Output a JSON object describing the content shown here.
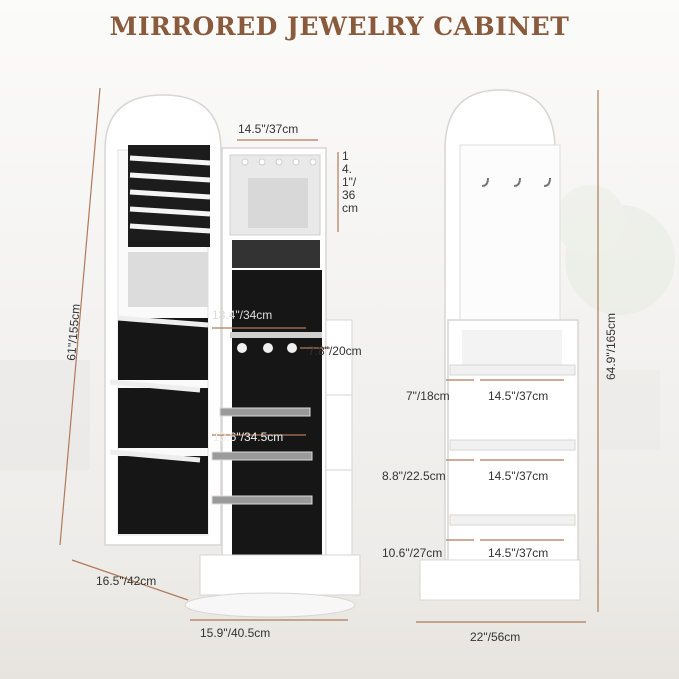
{
  "title": "MIRRORED JEWELRY CABINET",
  "dimensions": {
    "top_width": "14.5\"/37cm",
    "mirror_height": "14.1\"/36cm",
    "full_height_left": "61\"/155cm",
    "inner_width": "13.4\"/34cm",
    "hook_depth": "7.8\"/20cm",
    "shelf_width": "13.6\"/34.5cm",
    "door_width": "16.5\"/42cm",
    "base_width": "15.9\"/40.5cm",
    "full_height_right": "64.9\"/165cm",
    "shelf1_height": "7\"/18cm",
    "shelf1_width": "14.5\"/37cm",
    "shelf2_height": "8.8\"/22.5cm",
    "shelf2_width": "14.5\"/37cm",
    "shelf3_height": "10.6\"/27cm",
    "shelf3_width": "14.5\"/37cm",
    "back_base_width": "22\"/56cm"
  },
  "colors": {
    "title": "#8a5a3c",
    "cabinet": "#ffffff",
    "lining": "#1a1a1a",
    "dimension_line": "#b07a5a"
  }
}
